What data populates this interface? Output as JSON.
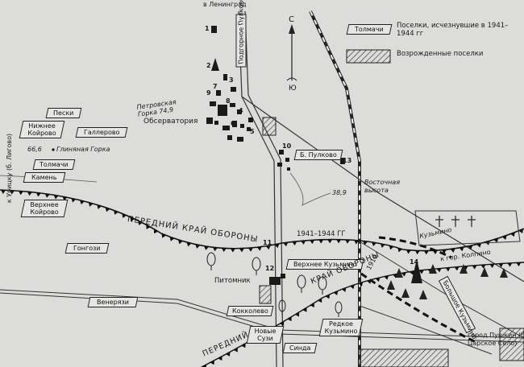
{
  "top_road": "в Ленинград",
  "left_road": "к Урицку (б. Лигово)",
  "compass": {
    "north": "С",
    "south": "Ю"
  },
  "legend": {
    "sample_name": "Толмачи",
    "vanished": "Поселки, исчезнувшие в 1941–1944 гг",
    "revived": "Возрожденные поселки"
  },
  "labels": {
    "podgorie": "Подгорное Пулково",
    "petrovskaya": "Петровская Горка 74,9",
    "observatory": "Обсерватория",
    "glinyanaya": "Глиняная Горка",
    "glinyanaya_height": "66,6",
    "vostochnaya": "Восточная высота",
    "vostochnaya_height": "38,9",
    "front1": "ПЕРЕДНИЙ КРАЙ ОБОРОНЫ",
    "front2": "КРАЙ ОБОРОНЫ",
    "front3": "ПЕРЕДНИЙ",
    "years": "1941–1944 ГГ",
    "pitomnik": "Питомник",
    "kolpino": "к гор. Колпино",
    "pushkin": "город Пушкин (б. Царское Село)",
    "year1919": "1919",
    "kuzmino_memorial": "Кузьмино"
  },
  "villages": {
    "peski": "Пески",
    "nizhnee": "Нижнее Койрово",
    "gallerovo": "Галлерово",
    "tolmachi": "Толмачи",
    "kamen": "Камень",
    "verkhnee_koirovo": "Верхнее Койрово",
    "gongozi": "Гонгози",
    "b_pulkovo": "Б. Пулково",
    "verkhnee_kuzmino": "Верхнее Кузьмино",
    "kokkolevo": "Кокколево",
    "venerjazi": "Венерязи",
    "redkoe": "Редкое Кузьмино",
    "novye_suzi": "Новые Сузи",
    "sinda": "Синда",
    "bolshoe": "Большое Кузьмино"
  },
  "numbers": [
    "1",
    "2",
    "3",
    "4",
    "5",
    "6",
    "7",
    "8",
    "9",
    "10",
    "11",
    "12",
    "13",
    "14"
  ]
}
